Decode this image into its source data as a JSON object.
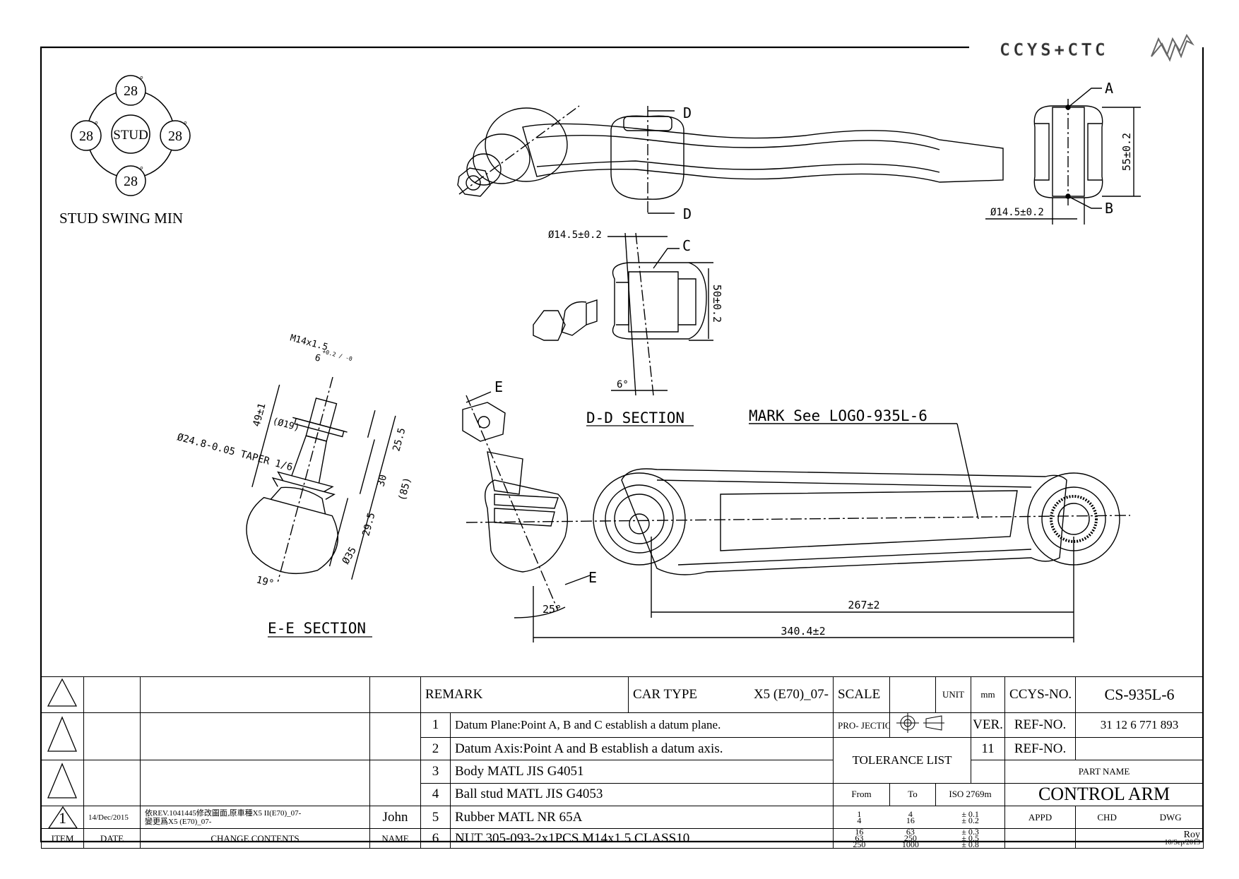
{
  "header": {
    "brand_text": "CCYS+CTC"
  },
  "drawing": {
    "stud_swing_title": "STUD SWING MIN",
    "stud_label": "STUD",
    "stud_angles": [
      "28",
      "28",
      "28",
      "28"
    ],
    "degree_mark": "°",
    "top_view": {
      "section_mark": "D",
      "point_a": "A",
      "point_b": "B",
      "dim_height": "55±0.2",
      "dim_diameter": "Ø14.5±0.2"
    },
    "dd_section": {
      "title": "D-D SECTION",
      "point_c": "C",
      "dim_diameter": "Ø14.5±0.2",
      "dim_height": "50±0.2",
      "dim_angle": "6°"
    },
    "ee_section": {
      "title": "E-E SECTION",
      "thread": "M14x1.5",
      "dim_6": "6",
      "dim_6_tol": "+0.2 / -0",
      "dim_49": "49±1",
      "dim_19": "(Ø19)",
      "taper": "Ø24.8-0.05 TAPER 1/6",
      "dim_25_5": "25.5",
      "dim_30": "30",
      "dim_85": "(85)",
      "dim_29_5": "29.5",
      "dim_35": "Ø35",
      "dim_19deg": "19°"
    },
    "main_view": {
      "section_mark": "E",
      "mark_note": "MARK See LOGO-935L-6",
      "dim_267": "267±2",
      "dim_340": "340.4±2",
      "dim_25deg": "25°"
    }
  },
  "title_block": {
    "revision_rows": [
      {
        "item": "",
        "date": "",
        "contents": "",
        "name": ""
      },
      {
        "item": "",
        "date": "",
        "contents": "",
        "name": ""
      },
      {
        "item": "",
        "date": "",
        "contents": "",
        "name": ""
      },
      {
        "item": "1",
        "date": "14/Dec/2015",
        "contents_line1": "依REV.1041445修改圖面,原車種X5 II(E70)_07-",
        "contents_line2": "變更爲X5 (E70)_07-",
        "name": "John"
      }
    ],
    "headers": {
      "item": "ITEM",
      "date": "DATE",
      "contents": "CHANGE CONTENTS",
      "name": "NAME"
    },
    "remark_label": "REMARK",
    "car_type_label": "CAR TYPE",
    "car_type_value": "X5 (E70)_07-",
    "remarks": [
      {
        "no": "1",
        "text": "Datum Plane:Point A, B and C establish a datum plane."
      },
      {
        "no": "2",
        "text": "Datum Axis:Point A and B establish a datum axis."
      },
      {
        "no": "3",
        "text": "Body MATL JIS G4051"
      },
      {
        "no": "4",
        "text": "Ball stud MATL JIS G4053"
      },
      {
        "no": "5",
        "text": "Rubber MATL NR 65A"
      },
      {
        "no": "6",
        "text": "NUT 305-093-2x1PCS M14x1.5 CLASS10"
      }
    ],
    "scale_label": "SCALE",
    "unit_label": "UNIT",
    "unit_value": "mm",
    "projection_label": "PRO- JECTION",
    "ver_label": "VER.",
    "ver_value": "11",
    "tolerance_title": "TOLERANCE LIST",
    "tolerance_headers": {
      "from": "From",
      "to": "To",
      "iso": "ISO 2769m"
    },
    "tolerances": [
      {
        "from": "1",
        "to": "4",
        "tol": "± 0.1"
      },
      {
        "from": "4",
        "to": "16",
        "tol": "± 0.2"
      },
      {
        "from": "16",
        "to": "63",
        "tol": "± 0.3"
      },
      {
        "from": "63",
        "to": "250",
        "tol": "± 0.5"
      },
      {
        "from": "250",
        "to": "1000",
        "tol": "± 0.8"
      }
    ],
    "ccys_no_label": "CCYS-NO.",
    "ccys_no_value": "CS-935L-6",
    "ref_no_label": "REF-NO.",
    "ref_no_value": "31 12 6 771 893",
    "ref_no2_label": "REF-NO.",
    "ref_no2_value": "",
    "part_name_label": "PART NAME",
    "part_name_value": "CONTROL ARM",
    "appd_label": "APPD",
    "chd_label": "CHD",
    "dwg_label": "DWG",
    "dwg_name": "Roy",
    "dwg_date": "10/Sep/2013"
  }
}
